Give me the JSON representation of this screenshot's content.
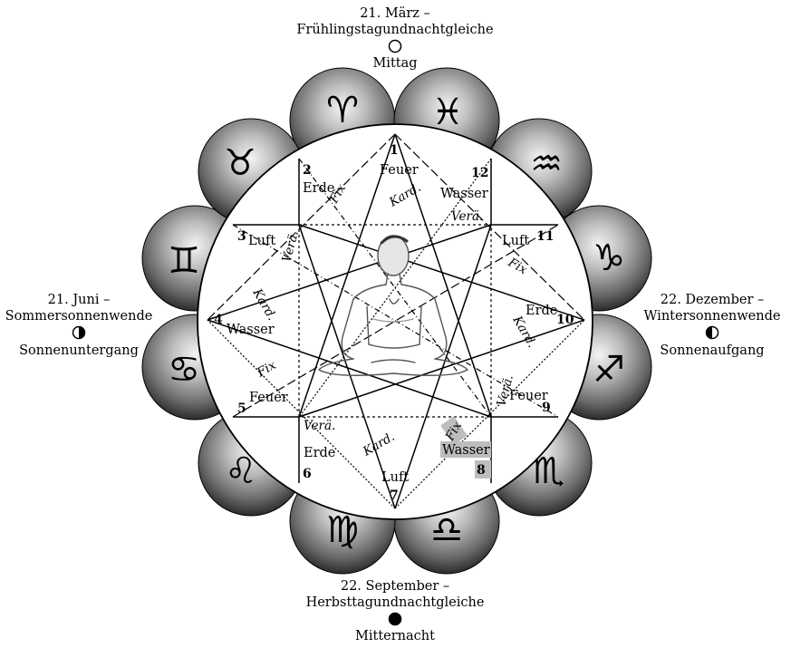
{
  "seasons": {
    "top": {
      "line1": "21. März –",
      "line2": "Frühlingstagundnachtgleiche",
      "line3": "Mittag",
      "symbol": "empty-circle"
    },
    "left": {
      "line1": "21. Juni –",
      "line2": "Sommersonnenwende",
      "line3": "Sonnenuntergang",
      "symbol": "right-half-filled-circle"
    },
    "right": {
      "line1": "22. Dezember –",
      "line2": "Wintersonnenwende",
      "line3": "Sonnenaufgang",
      "symbol": "left-half-filled-circle"
    },
    "bottom": {
      "line1": "22. September –",
      "line2": "Herbsttagundnachtgleiche",
      "line3": "Mitternacht",
      "symbol": "filled-circle"
    }
  },
  "signs": [
    "♈",
    "♓",
    "♒",
    "♑",
    "♐",
    "♏",
    "♎",
    "♍",
    "♌",
    "♋",
    "♊",
    "♉"
  ],
  "houses": [
    {
      "n": "1",
      "element": "Feuer"
    },
    {
      "n": "2",
      "element": "Erde"
    },
    {
      "n": "3",
      "element": "Luft"
    },
    {
      "n": "4",
      "element": "Wasser"
    },
    {
      "n": "5",
      "element": "Feuer"
    },
    {
      "n": "6",
      "element": "Erde"
    },
    {
      "n": "7",
      "element": "Luft"
    },
    {
      "n": "8",
      "element": "Wasser"
    },
    {
      "n": "9",
      "element": "Feuer"
    },
    {
      "n": "10",
      "element": "Erde"
    },
    {
      "n": "11",
      "element": "Luft"
    },
    {
      "n": "12",
      "element": "Wasser"
    }
  ],
  "qualities": {
    "cardinal": "Kard.",
    "fixed": "Fix",
    "mutable": "Verä."
  },
  "center_figure": "seated-meditating-figure",
  "colors": {
    "highlight": "#bdbdbd",
    "sphere_dark": "#2b2b2b",
    "sphere_light": "#f4f4f4"
  }
}
